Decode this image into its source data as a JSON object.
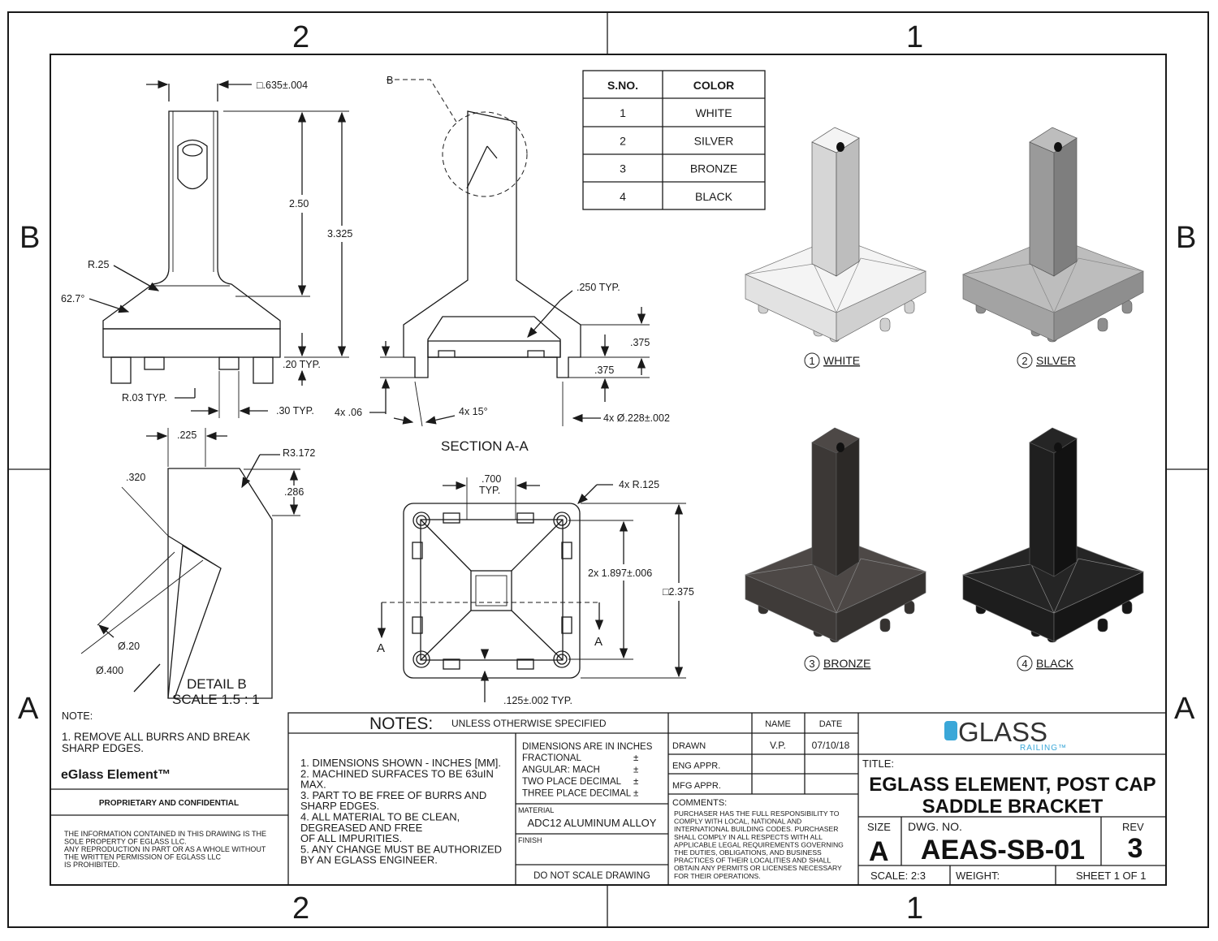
{
  "zones": {
    "top_left": "2",
    "top_right": "1",
    "bottom_left": "2",
    "bottom_right": "1",
    "left_top": "B",
    "left_bottom": "A",
    "right_top": "B",
    "right_bottom": "A"
  },
  "color_table": {
    "headers": [
      "S.NO.",
      "COLOR"
    ],
    "rows": [
      [
        "1",
        "WHITE"
      ],
      [
        "2",
        "SILVER"
      ],
      [
        "3",
        "BRONZE"
      ],
      [
        "4",
        "BLACK"
      ]
    ]
  },
  "front_view": {
    "square_size": "□.635±.004",
    "height_post": "2.50",
    "height_total": "3.325",
    "radius_fillet": "R.25",
    "angle": "62.7°",
    "foot_height": ".20 TYP.",
    "foot_radius": "R.03 TYP.",
    "foot_width": ".30 TYP."
  },
  "section_view": {
    "detail_callout": "B",
    "wall": ".250 TYP.",
    "dim_375_a": ".375",
    "dim_375_b": ".375",
    "foot_gap": "4x .06",
    "angle": "4x 15°",
    "hole": "4x Ø.228±.002",
    "title": "SECTION A-A"
  },
  "detail_view": {
    "width": ".225",
    "radius": "R3.172",
    "dim_320": ".320",
    "dim_286": ".286",
    "dia_small": "Ø.20",
    "dia_large": "Ø.400",
    "title": "DETAIL B",
    "scale": "SCALE 1.5 : 1"
  },
  "bottom_view": {
    "spacing": ".700",
    "spacing_typ": "TYP.",
    "corner_radius": "4x R.125",
    "hole_spacing": "2x 1.897±.006",
    "overall": "□2.375",
    "section_left": "A",
    "section_right": "A",
    "rib": ".125±.002 TYP."
  },
  "renders": [
    {
      "num": "1",
      "name": "WHITE",
      "top": "#f4f4f4",
      "left": "#e2e2e2",
      "right": "#d0d0d0",
      "post": "#d6d6d6",
      "postside": "#bdbdbd"
    },
    {
      "num": "2",
      "name": "SILVER",
      "top": "#bdbdbd",
      "left": "#a3a3a3",
      "right": "#8e8e8e",
      "post": "#9a9a9a",
      "postside": "#7e7e7e"
    },
    {
      "num": "3",
      "name": "BRONZE",
      "top": "#4d4846",
      "left": "#3f3b39",
      "right": "#353230",
      "post": "#3c3836",
      "postside": "#2c2927"
    },
    {
      "num": "4",
      "name": "BLACK",
      "top": "#252525",
      "left": "#1d1d1d",
      "right": "#161616",
      "post": "#1f1f1f",
      "postside": "#121212"
    }
  ],
  "left_notes": {
    "heading": "NOTE:",
    "lines": [
      "1. REMOVE ALL BURRS AND BREAK",
      "SHARP EDGES."
    ],
    "product": "eGlass Element™",
    "proprietary": "PROPRIETARY AND CONFIDENTIAL",
    "confidential_lines": [
      "THE INFORMATION CONTAINED IN THIS DRAWING IS THE",
      "SOLE PROPERTY OF EGLASS LLC.",
      "ANY REPRODUCTION IN PART OR AS A WHOLE WITHOUT",
      "THE WRITTEN PERMISSION OF EGLASS LLC",
      "IS PROHIBITED."
    ]
  },
  "notes": {
    "heading": "NOTES:",
    "subheading": "UNLESS OTHERWISE SPECIFIED",
    "lines": [
      "1. DIMENSIONS SHOWN - INCHES [MM].",
      "2. MACHINED SURFACES TO BE 63uIN",
      "MAX.",
      "3. PART TO BE FREE OF BURRS AND",
      "SHARP EDGES.",
      "4. ALL MATERIAL TO BE CLEAN,",
      "DEGREASED AND FREE",
      "OF ALL IMPURITIES.",
      "5. ANY CHANGE MUST BE AUTHORIZED",
      "BY AN EGLASS ENGINEER."
    ]
  },
  "tolerances": {
    "heading": "DIMENSIONS ARE IN INCHES",
    "rows": [
      "FRACTIONAL",
      "ANGULAR: MACH",
      "TWO PLACE DECIMAL",
      "THREE PLACE DECIMAL"
    ],
    "pm": "±",
    "material_label": "MATERIAL",
    "material": "ADC12 ALUMINUM ALLOY",
    "finish_label": "FINISH",
    "do_not_scale": "DO NOT SCALE DRAWING"
  },
  "signoff": {
    "name_header": "NAME",
    "date_header": "DATE",
    "rows": [
      {
        "label": "DRAWN",
        "name": "V.P.",
        "date": "07/10/18"
      },
      {
        "label": "ENG APPR.",
        "name": "",
        "date": ""
      },
      {
        "label": "MFG APPR.",
        "name": "",
        "date": ""
      }
    ],
    "comments_label": "COMMENTS:",
    "comments": [
      "PURCHASER HAS THE FULL RESPONSIBILITY TO",
      "COMPLY WITH LOCAL, NATIONAL AND",
      "INTERNATIONAL BUILDING CODES. PURCHASER",
      "SHALL COMPLY IN ALL RESPECTS WITH ALL",
      "APPLICABLE LEGAL REQUIREMENTS GOVERNING",
      "THE DUTIES, OBLIGATIONS, AND BUSINESS",
      "PRACTICES OF THEIR LOCALITIES AND SHALL",
      "OBTAIN ANY PERMITS OR LICENSES NECESSARY",
      "FOR THEIR OPERATIONS."
    ]
  },
  "title_block": {
    "logo_main": "GLASS",
    "logo_sub": "RAILING™",
    "logo_color": "#3aa7d8",
    "title_label": "TITLE:",
    "title_line1": "EGLASS ELEMENT, POST CAP",
    "title_line2": "SADDLE BRACKET",
    "size_label": "SIZE",
    "size": "A",
    "dwg_label": "DWG.  NO.",
    "dwg_no": "AEAS-SB-01",
    "rev_label": "REV",
    "rev": "3",
    "scale": "SCALE: 2:3",
    "weight": "WEIGHT:",
    "sheet": "SHEET 1 OF 1"
  }
}
